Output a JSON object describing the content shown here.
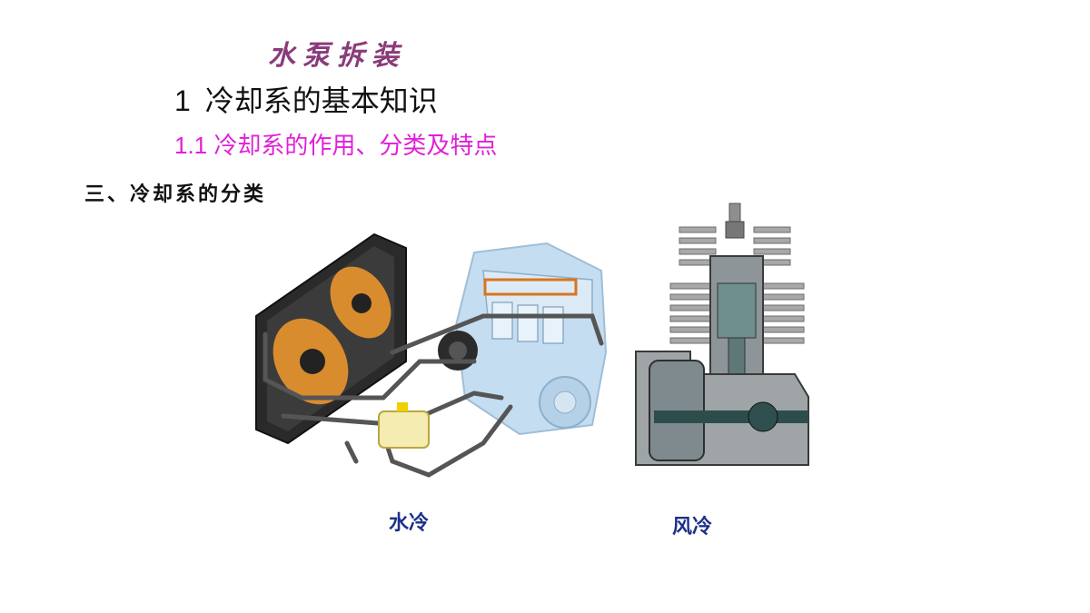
{
  "slide": {
    "title": "水泵拆装",
    "heading": {
      "number": "1",
      "text": "冷却系的基本知识"
    },
    "subheading": "1.1 冷却系的作用、分类及特点",
    "section": "三、冷却系的分类"
  },
  "figures": [
    {
      "kind": "water-cooled-system-illustration",
      "caption": "水冷"
    },
    {
      "kind": "air-cooled-engine-cutaway",
      "caption": "风冷"
    }
  ],
  "colors": {
    "title": "#8a3b7a",
    "subheading": "#e020d8",
    "caption": "#1c2f8a"
  }
}
